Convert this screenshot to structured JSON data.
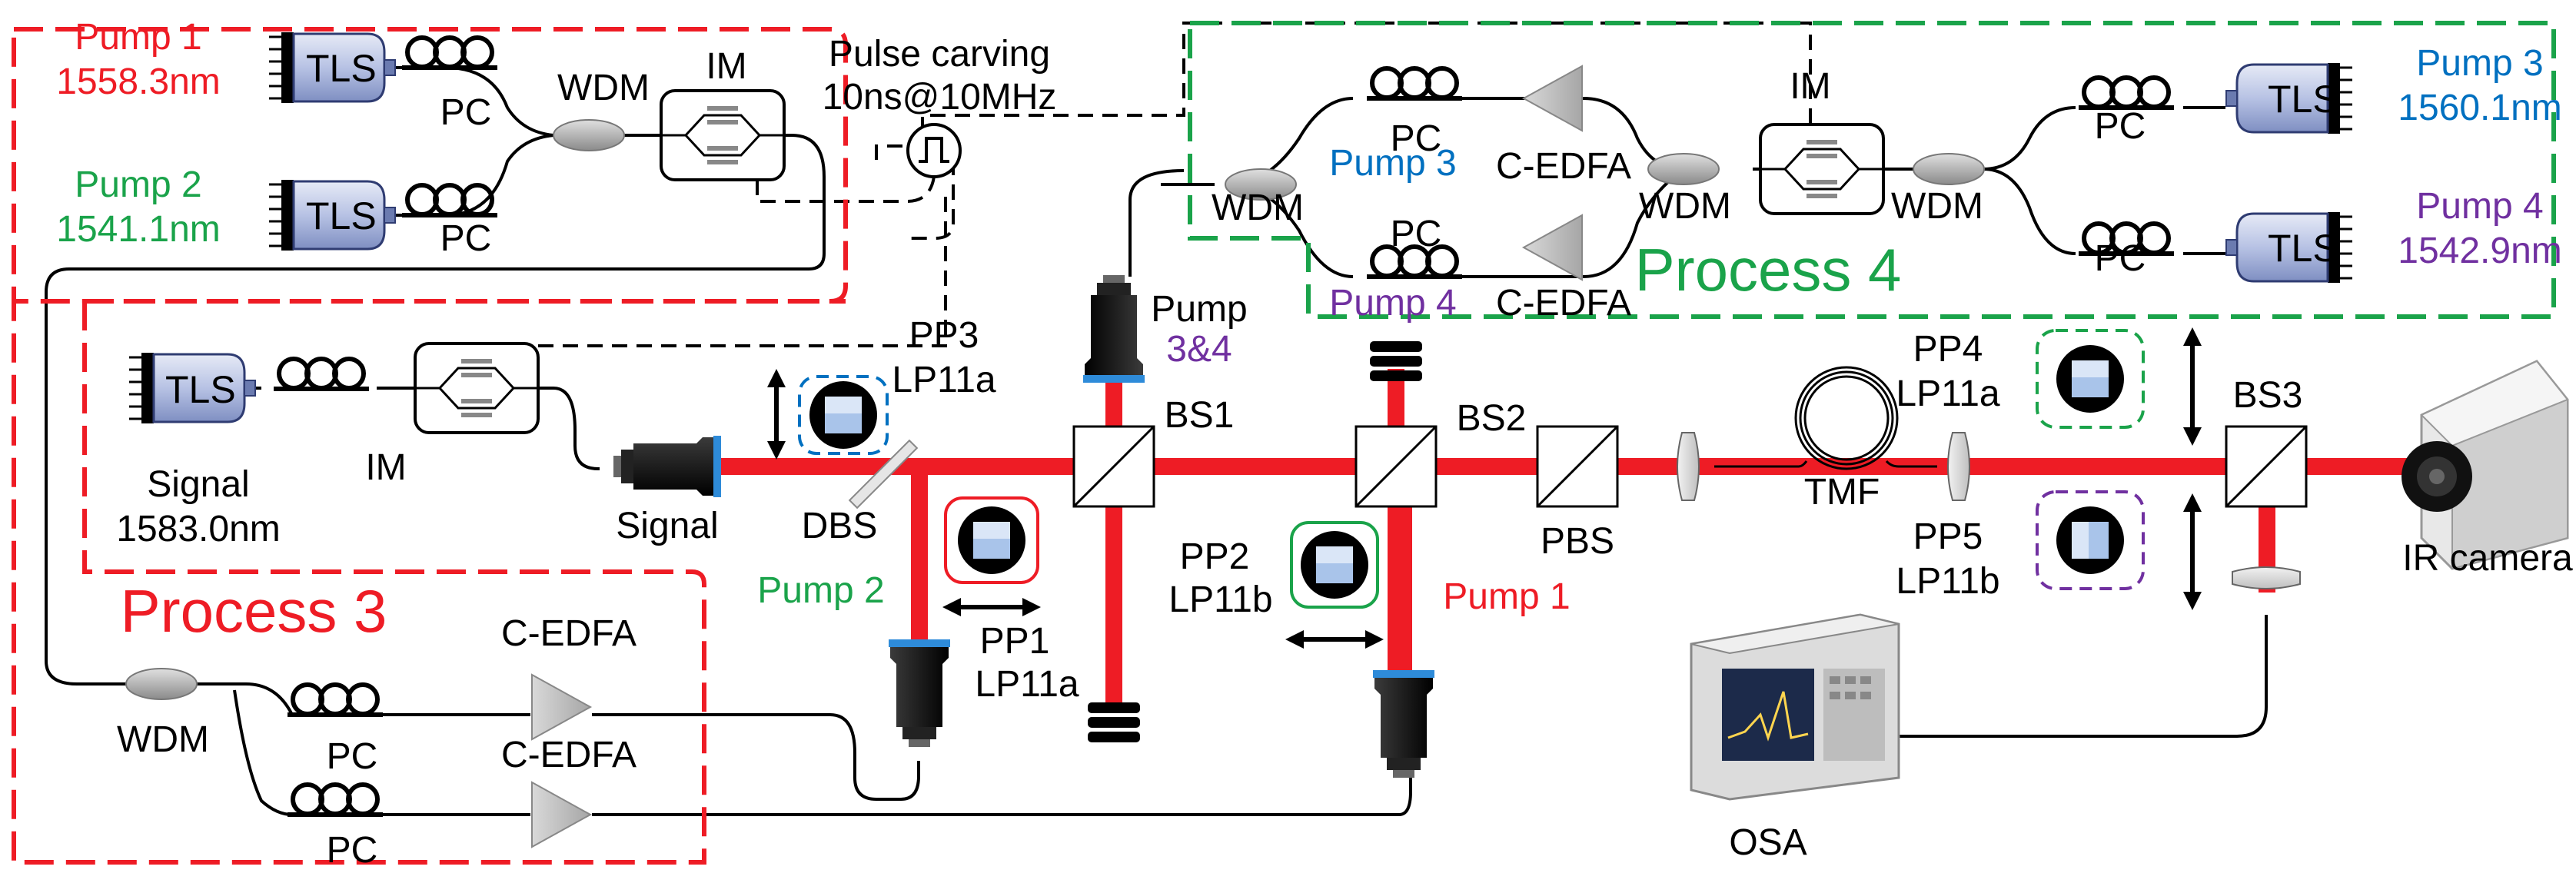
{
  "colors": {
    "red": "#ee1c25",
    "green": "#1aa34a",
    "blue": "#0070c0",
    "purple": "#7030a0",
    "black": "#000000",
    "beam": "#ee1c25"
  },
  "sources": {
    "pump1": {
      "name": "Pump 1",
      "wavelength": "1558.3nm",
      "device": "TLS"
    },
    "pump2": {
      "name": "Pump 2",
      "wavelength": "1541.1nm",
      "device": "TLS"
    },
    "pump3": {
      "name": "Pump 3",
      "wavelength": "1560.1nm",
      "device": "TLS"
    },
    "pump4": {
      "name": "Pump 4",
      "wavelength": "1542.9nm",
      "device": "TLS"
    },
    "signal": {
      "name": "Signal",
      "wavelength": "1583.0nm",
      "device": "TLS"
    }
  },
  "labels": {
    "pc": "PC",
    "wdm": "WDM",
    "im": "IM",
    "cedfa": "C-EDFA",
    "pulse_carving_1": "Pulse carving",
    "pulse_carving_2": "10ns@10MHz",
    "process3": "Process 3",
    "process4": "Process 4",
    "signal_collimator": "Signal",
    "pump34_1": "Pump",
    "pump34_2": "3&4",
    "pump1": "Pump 1",
    "pump2": "Pump 2",
    "pump3_small": "Pump 3",
    "pump4_small": "Pump 4",
    "dbs": "DBS",
    "bs1": "BS1",
    "bs2": "BS2",
    "bs3": "BS3",
    "pbs": "PBS",
    "tmf": "TMF",
    "osa": "OSA",
    "ir_camera": "IR camera",
    "pp1_a": "PP1",
    "pp1_b": "LP11a",
    "pp2_a": "PP2",
    "pp2_b": "LP11b",
    "pp3_a": "PP3",
    "pp3_b": "LP11a",
    "pp4_a": "PP4",
    "pp4_b": "LP11a",
    "pp5_a": "PP5",
    "pp5_b": "LP11b"
  }
}
